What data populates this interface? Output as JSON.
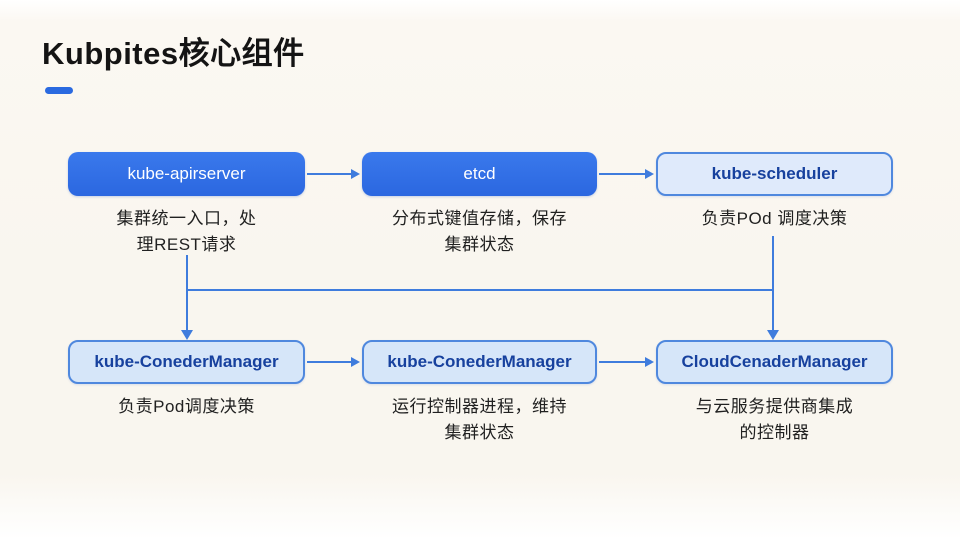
{
  "slide": {
    "title": "Kubpites核心组件",
    "accent_color": "#2a6ae0",
    "background_color": "#f9f6ef"
  },
  "diagram": {
    "colors": {
      "solid_node_fill": "#2f6ee6",
      "solid_node_text": "#ffffff",
      "light_node_fill": "#d6e6f9",
      "light_node_border": "#4f88de",
      "light_node_text": "#17419e",
      "connector": "#3f7cdd",
      "caption_text": "#212121"
    },
    "nodes": [
      {
        "id": "kube-apirserver",
        "label": "kube-apirserver",
        "style": "solid",
        "caption": "集群统一入口，处\n理REST请求"
      },
      {
        "id": "etcd",
        "label": "etcd",
        "style": "solid",
        "caption": "分布式键值存储，保存\n集群状态"
      },
      {
        "id": "kube-scheduler",
        "label": "kube-scheduler",
        "style": "light",
        "caption": "负责POd 调度决策"
      },
      {
        "id": "kube-conedermanager-1",
        "label": "kube-ConederManager",
        "style": "light",
        "caption": "负责Pod调度决策"
      },
      {
        "id": "kube-conedermanager-2",
        "label": "kube-ConederManager",
        "style": "light",
        "caption": "运行控制器进程，维持\n集群状态"
      },
      {
        "id": "cloudcenadermanager",
        "label": "CloudCenaderManager",
        "style": "light",
        "caption": "与云服务提供商集成\n的控制器"
      }
    ],
    "edges": [
      {
        "from": "kube-apirserver",
        "to": "etcd"
      },
      {
        "from": "etcd",
        "to": "kube-scheduler"
      },
      {
        "from": "kube-apirserver",
        "to": "kube-conedermanager-1"
      },
      {
        "from": "kube-scheduler",
        "to": "cloudcenadermanager"
      },
      {
        "from": "kube-conedermanager-1",
        "to": "kube-conedermanager-2"
      },
      {
        "from": "kube-conedermanager-2",
        "to": "cloudcenadermanager"
      }
    ]
  }
}
